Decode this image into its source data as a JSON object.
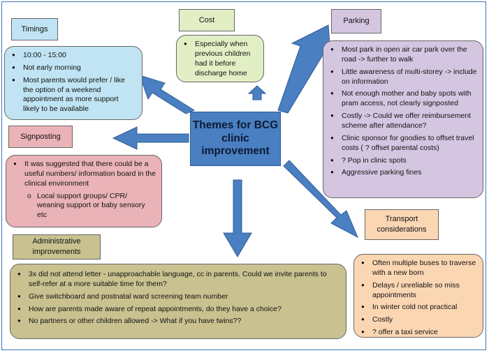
{
  "center": {
    "line1": "Themes for BCG",
    "line2": "clinic",
    "line3": "improvement"
  },
  "timings": {
    "label": "Timings",
    "items": [
      "10:00 - 15:00",
      "Not early morning",
      "Most parents would prefer / like the option of a weekend appointment as more support likely to be available"
    ]
  },
  "cost": {
    "label": "Cost",
    "items": [
      "Especially when previous children had it before discharge home"
    ]
  },
  "parking": {
    "label": "Parking",
    "items": [
      "Most park in open air car park over the road -> further to walk",
      "Little awareness of multi-storey -> include on information",
      "Not enough mother and baby spots with pram access, not clearly signposted",
      "Costly -> Could we offer reimbursement scheme after attendance?",
      "Clinic sponsor for goodies to offset travel costs ( ? offset parental costs)",
      "? Pop in clinic spots",
      "Aggressive parking fines"
    ]
  },
  "signposting": {
    "label": "Signposting",
    "item": "It was suggested that there could be a useful numbers/ information board in the clinical environment",
    "subitem": "Local support groups/ CPR/ weaning support or baby sensory etc"
  },
  "transport": {
    "label_line1": "Transport",
    "label_line2": "considerations",
    "items": [
      "Often multiple buses to traverse with a new born",
      "Delays / unreliable so miss appointments",
      "In winter cold not practical",
      "Costly",
      "? offer a taxi service"
    ]
  },
  "admin": {
    "label_line1": "Administrative",
    "label_line2": "improvements",
    "items": [
      "3x did not attend letter - unapproachable language, cc in parents. Could we invite parents to self-refer at a more suitable time for them?",
      "Give switchboard and postnatal ward screening team number",
      "How are parents made aware of repeat appointments, do they have a choice?",
      "No partners or other children allowed -> What if you have twins??"
    ]
  },
  "colors": {
    "arrow": "#4a7fc1",
    "center": "#4a7fc1",
    "blue": "#c0e4f3",
    "pink": "#eab3b8",
    "green": "#e2efc5",
    "purple": "#d4c6e1",
    "peach": "#fbd6b3",
    "khaki": "#c9c18f"
  }
}
